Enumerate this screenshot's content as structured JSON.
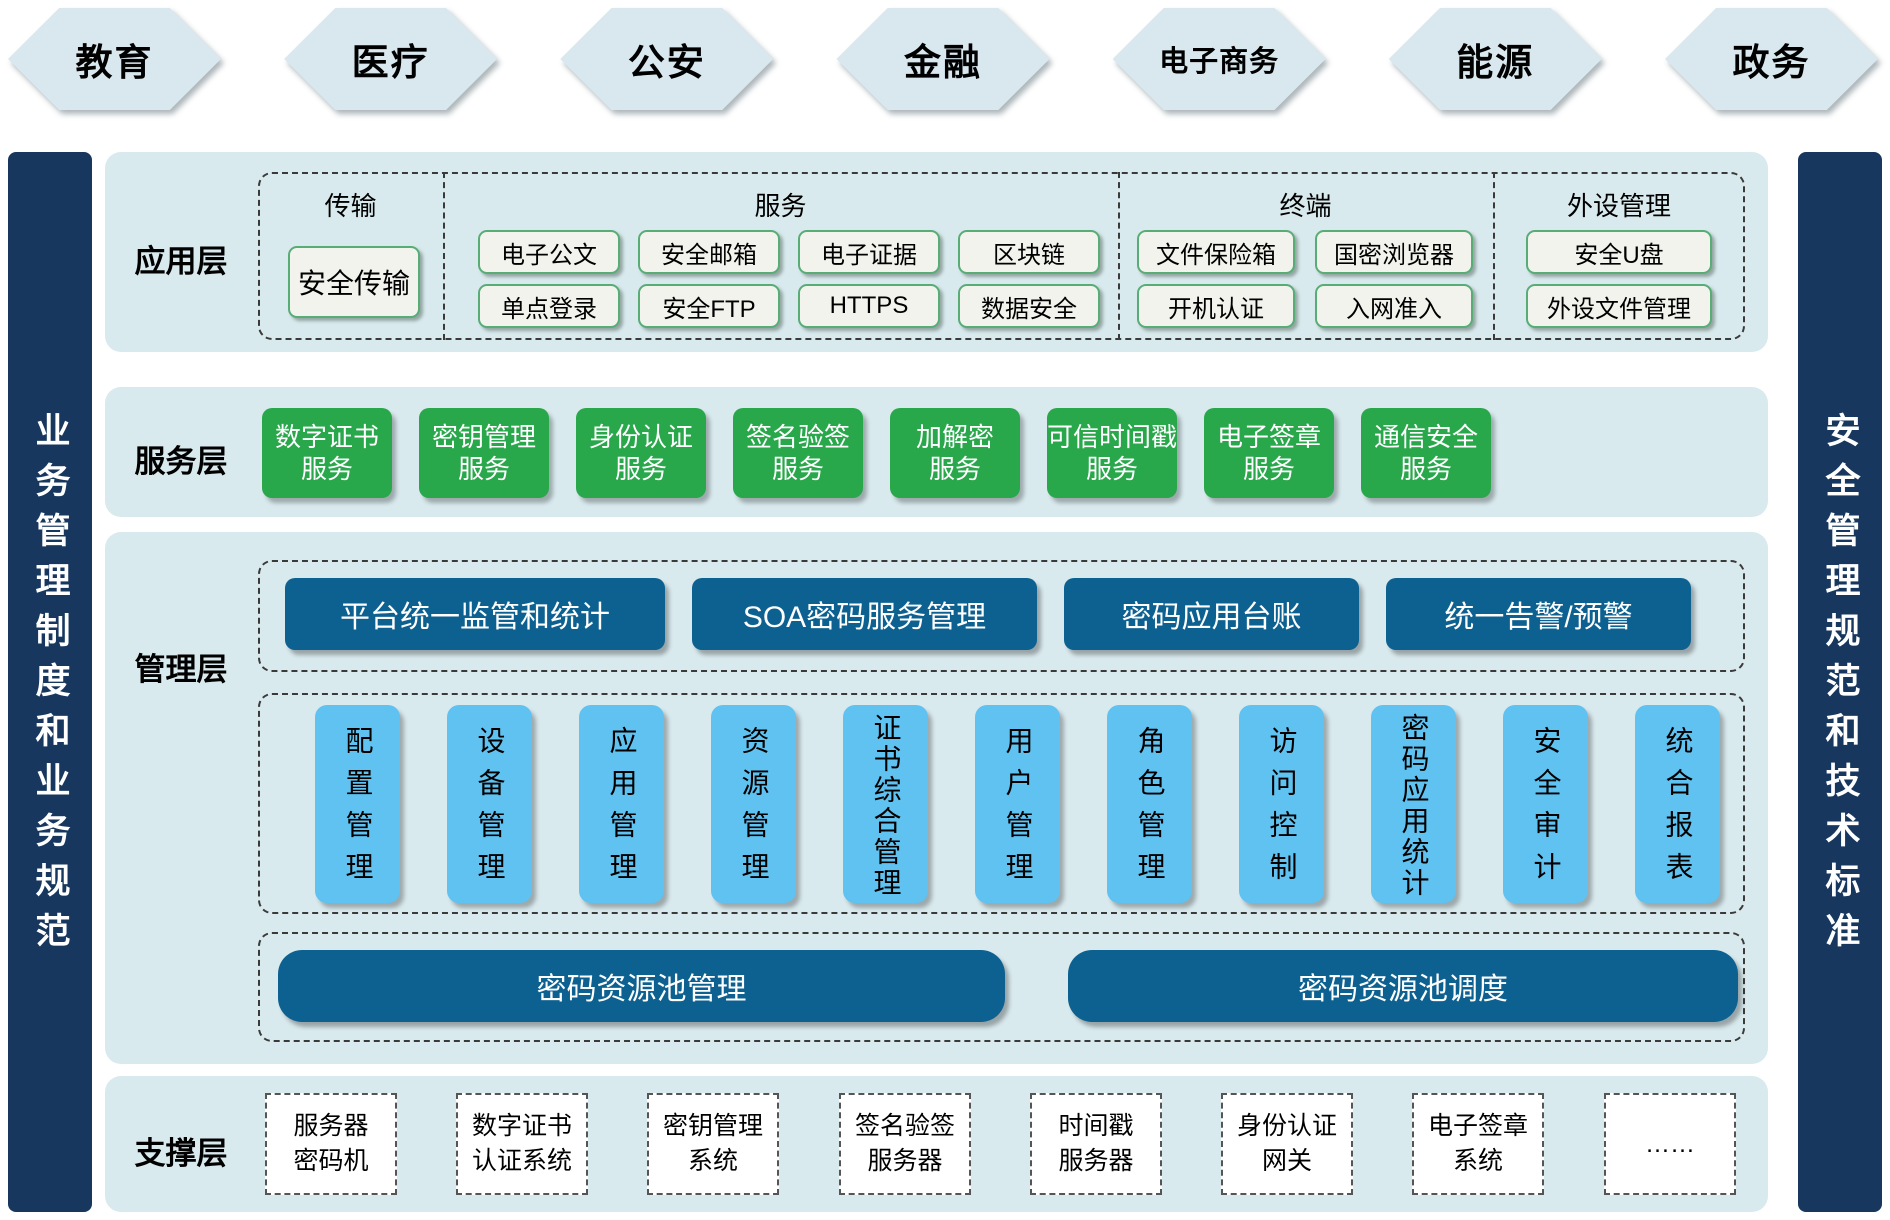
{
  "industries": [
    "教育",
    "医疗",
    "公安",
    "金融",
    "电子商务",
    "能源",
    "政务"
  ],
  "side_bars": {
    "left": "业务管理制度和业务规范",
    "right": "安全管理规范和技术标准"
  },
  "layers": {
    "application": {
      "label": "应用层",
      "groups": [
        {
          "label": "传输",
          "items": [
            "安全传输"
          ]
        },
        {
          "label": "服务",
          "items": [
            "电子公文",
            "安全邮箱",
            "电子证据",
            "区块链",
            "单点登录",
            "安全FTP",
            "HTTPS",
            "数据安全"
          ]
        },
        {
          "label": "终端",
          "items": [
            "文件保险箱",
            "国密浏览器",
            "开机认证",
            "入网准入"
          ]
        },
        {
          "label": "外设管理",
          "items": [
            "安全U盘",
            "外设文件管理"
          ]
        }
      ]
    },
    "service": {
      "label": "服务层",
      "items": [
        "数字证书\n服务",
        "密钥管理\n服务",
        "身份认证\n服务",
        "签名验签\n服务",
        "加解密\n服务",
        "可信时间戳\n服务",
        "电子签章\n服务",
        "通信安全\n服务"
      ]
    },
    "management": {
      "label": "管理层",
      "top_row": [
        "平台统一监管和统计",
        "SOA密码服务管理",
        "密码应用台账",
        "统一告警/预警"
      ],
      "modules": [
        "配置管理",
        "设备管理",
        "应用管理",
        "资源管理",
        "证书综合管理",
        "用户管理",
        "角色管理",
        "访问控制",
        "密码应用统计",
        "安全审计",
        "统合报表"
      ],
      "bottom_row": [
        "密码资源池管理",
        "密码资源池调度"
      ]
    },
    "support": {
      "label": "支撑层",
      "items": [
        "服务器\n密码机",
        "数字证书\n认证系统",
        "密钥管理\n系统",
        "签名验签\n服务器",
        "时间戳\n服务器",
        "身份认证\n网关",
        "电子签章\n系统",
        "……"
      ]
    }
  },
  "colors": {
    "panel": "#d9eaee",
    "navy_bar": "#17375e",
    "dark_blue": "#0d6191",
    "green": "#29a74b",
    "sky_blue": "#5fc2f0",
    "hex_fill": "#d9e8ef",
    "box_border_green": "#58ad77"
  }
}
